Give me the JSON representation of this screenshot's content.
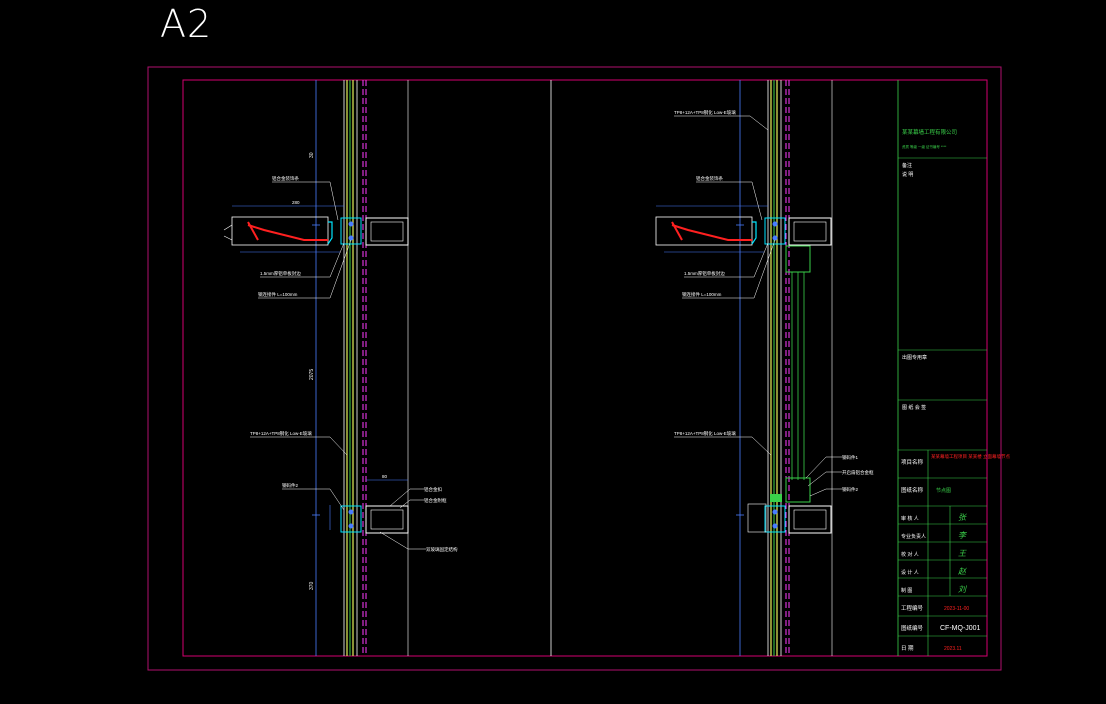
{
  "sheet": {
    "label": "A2"
  },
  "left_detail": {
    "dim_top": "30",
    "dim_mid": "2075",
    "dim_bot": "370",
    "dim_width": "280",
    "dim_right": "80",
    "labels": [
      "铝合金装饰条",
      "1.5mm厚铝单板封边",
      "钢连接件 L=100mm",
      "TP8+12A+TP8钢化 Low-E玻璃",
      "钢码件2",
      "铝合金扣",
      "铝合金附框",
      "双玻璃固定结构"
    ]
  },
  "right_detail": {
    "labels": [
      "TP8+12A+TP8钢化 Low-E玻璃",
      "铝合金装饰条",
      "1.5mm厚铝单板封边",
      "钢连接件 L=100mm",
      "TP8+12A+TP8钢化 Low-E玻璃",
      "钢码件1",
      "开启扇铝合金框",
      "钢码件2"
    ]
  },
  "title_block": {
    "company": "某某幕墙工程有限公司",
    "company_sub": "资质 等级 一级 证书编号 ****",
    "notes_1": "备注",
    "notes_2": "说 明",
    "section_1": "出图专用章",
    "section_2": "图 纸 会 签",
    "project_name_label": "项目名称",
    "project_name_value": "某某幕墙工程项目 某某楼 立面幕墙节点",
    "drawing_name_label": "图纸名称",
    "drawing_name_value": "节点图",
    "rows": [
      {
        "label": "审 核 人",
        "role": "",
        "sig": "张"
      },
      {
        "label": "专业负责人",
        "role": "",
        "sig": "李"
      },
      {
        "label": "校 对 人",
        "role": "",
        "sig": "王"
      },
      {
        "label": "设 计 人",
        "role": "",
        "sig": "赵"
      },
      {
        "label": "制 图",
        "role": "",
        "sig": "刘"
      }
    ],
    "project_no_label": "工程编号",
    "project_no_value": "2023-11-00",
    "drawing_no_label": "图纸编号",
    "drawing_no_value": "CF-MQ-J001",
    "date_label": "日 期",
    "date_value": "2023.11"
  },
  "colors": {
    "border": "#b0106e",
    "frame": "#d4006f",
    "line": "#ffffff",
    "dim": "#4a7dff",
    "green": "#3ad14a",
    "cyan": "#00e5ff",
    "red": "#ff2020",
    "magenta": "#ff3cff",
    "yellow": "#e7f05a"
  }
}
